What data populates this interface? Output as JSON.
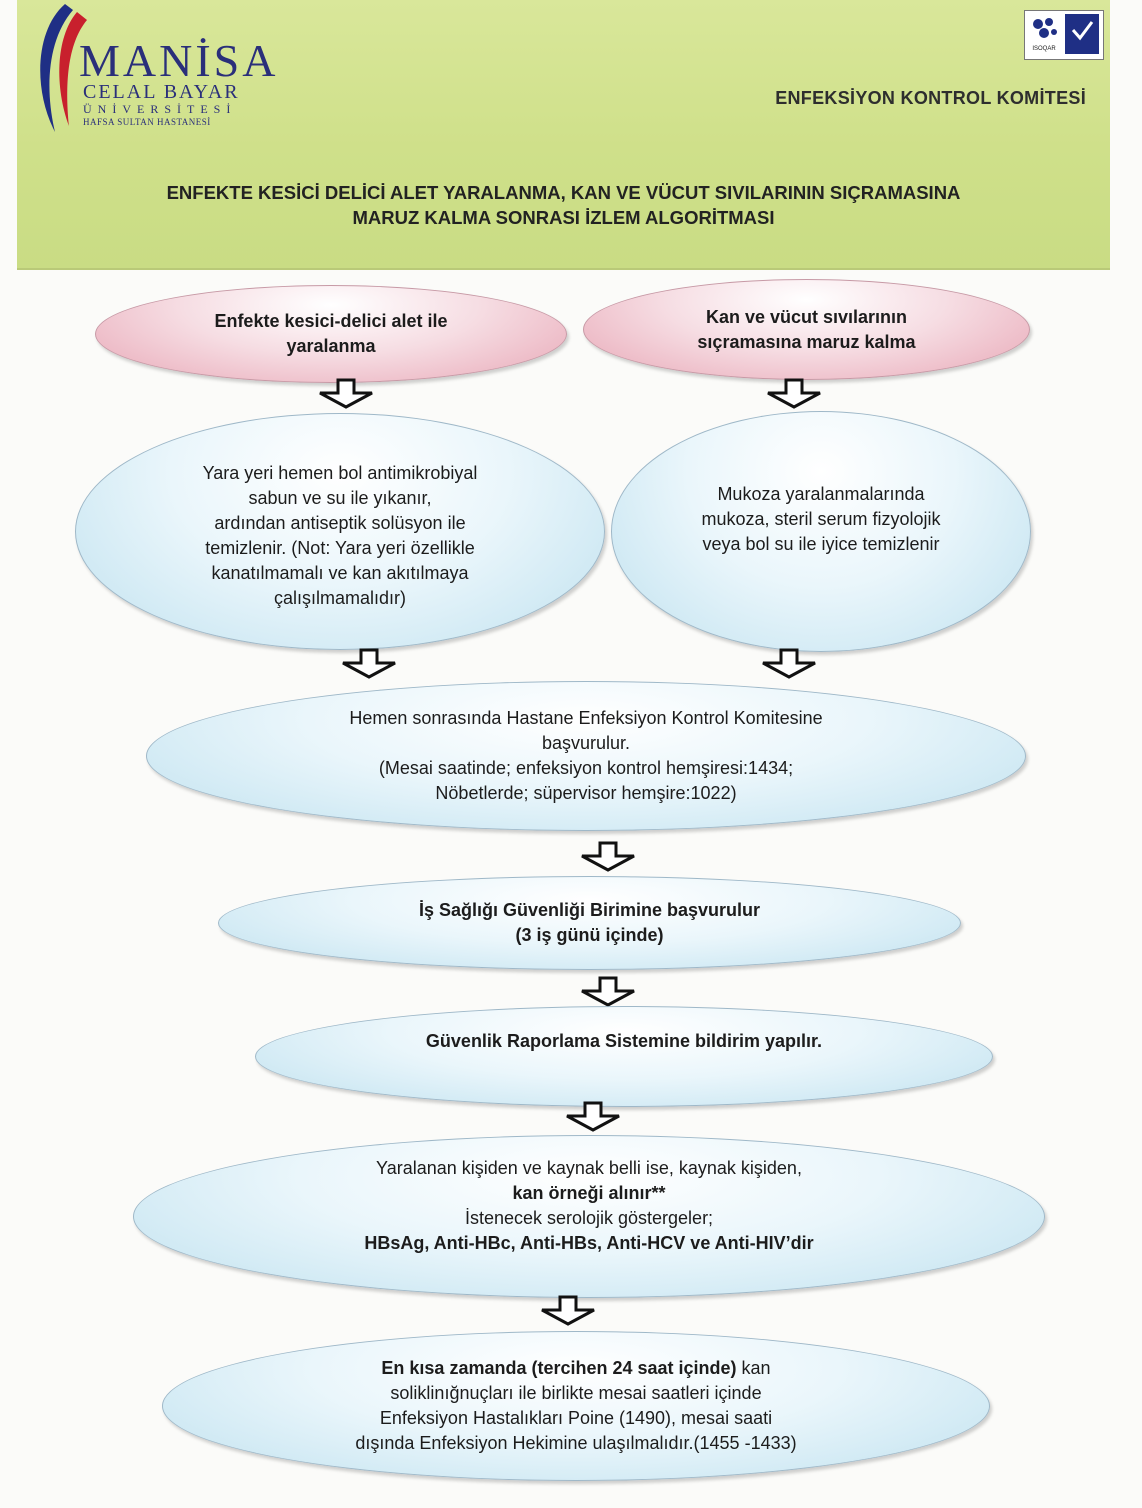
{
  "header": {
    "logo": {
      "name": "MANİSA",
      "line2": "CELAL BAYAR",
      "line3": "ÜNİVERSİTESİ",
      "line4": "HAFSA SULTAN HASTANESİ"
    },
    "certification_text": "ISOQAR",
    "committee": "ENFEKSİYON KONTROL KOMİTESİ",
    "title_line1": "ENFEKTE  KESİCİ DELİCİ ALET YARALANMA, KAN VE VÜCUT SIVILARININ SIÇRAMASINA",
    "title_line2": "MARUZ KALMA SONRASI İZLEM ALGORİTMASI"
  },
  "flow": {
    "start_left": {
      "line1": "Enfekte kesici-delici alet ile",
      "line2": "yaralanma"
    },
    "start_right": {
      "line1": "Kan ve vücut sıvılarının",
      "line2": "sıçramasına maruz kalma"
    },
    "step_left": {
      "line1": "Yara yeri hemen bol antimikrobiyal",
      "line2": "sabun ve su ile yıkanır,",
      "line3": "ardından antiseptik solüsyon ile",
      "line4": "temizlenir. (Not: Yara yeri özellikle",
      "line5": "kanatılmamalı ve kan akıtılmaya",
      "line6": "çalışılmamalıdır)"
    },
    "step_right": {
      "line1": "Mukoza yaralanmalarında",
      "line2": "mukoza, steril serum fizyolojik",
      "line3": "veya bol su ile iyice temizlenir"
    },
    "step_committee": {
      "line1": "Hemen sonrasında Hastane Enfeksiyon Kontrol Komitesine",
      "line2": "başvurulur.",
      "line3": "(Mesai saatinde; enfeksiyon kontrol hemşiresi:1434;",
      "line4": "Nöbetlerde; süpervisor hemşire:1022)"
    },
    "step_isg": {
      "line1": "İş Sağlığı Güvenliği Birimine başvurulur",
      "line2": "(3 iş günü içinde)"
    },
    "step_report": {
      "line1": "Güvenlik Raporlama Sistemine bildirim yapılır."
    },
    "step_blood": {
      "line1": "Yaralanan kişiden ve kaynak belli ise, kaynak kişiden,",
      "line2": "kan örneği alınır**",
      "line3": "İstenecek serolojik göstergeler;",
      "line4": "HBsAg, Anti-HBc, Anti-HBs, Anti-HCV ve Anti-HIV’dir"
    },
    "step_final": {
      "line1_bold": "En kısa zamanda (tercihen 24 saat içinde)",
      "line1_rest": " kan",
      "line2": "soliklinığnuçları ile birlikte  mesai saatleri içinde",
      "line3": "Enfeksiyon Hastalıkları Poine (1490), mesai saati",
      "line4": "dışında Enfeksiyon Hekimine ulaşılmalıdır.(1455 -1433)"
    }
  },
  "colors": {
    "header_bg": "#d4e48f",
    "start_node": "#e8a7b6",
    "process_node": "#bfe1ef",
    "logo_navy": "#2a2f7a",
    "logo_red": "#c8202d"
  }
}
